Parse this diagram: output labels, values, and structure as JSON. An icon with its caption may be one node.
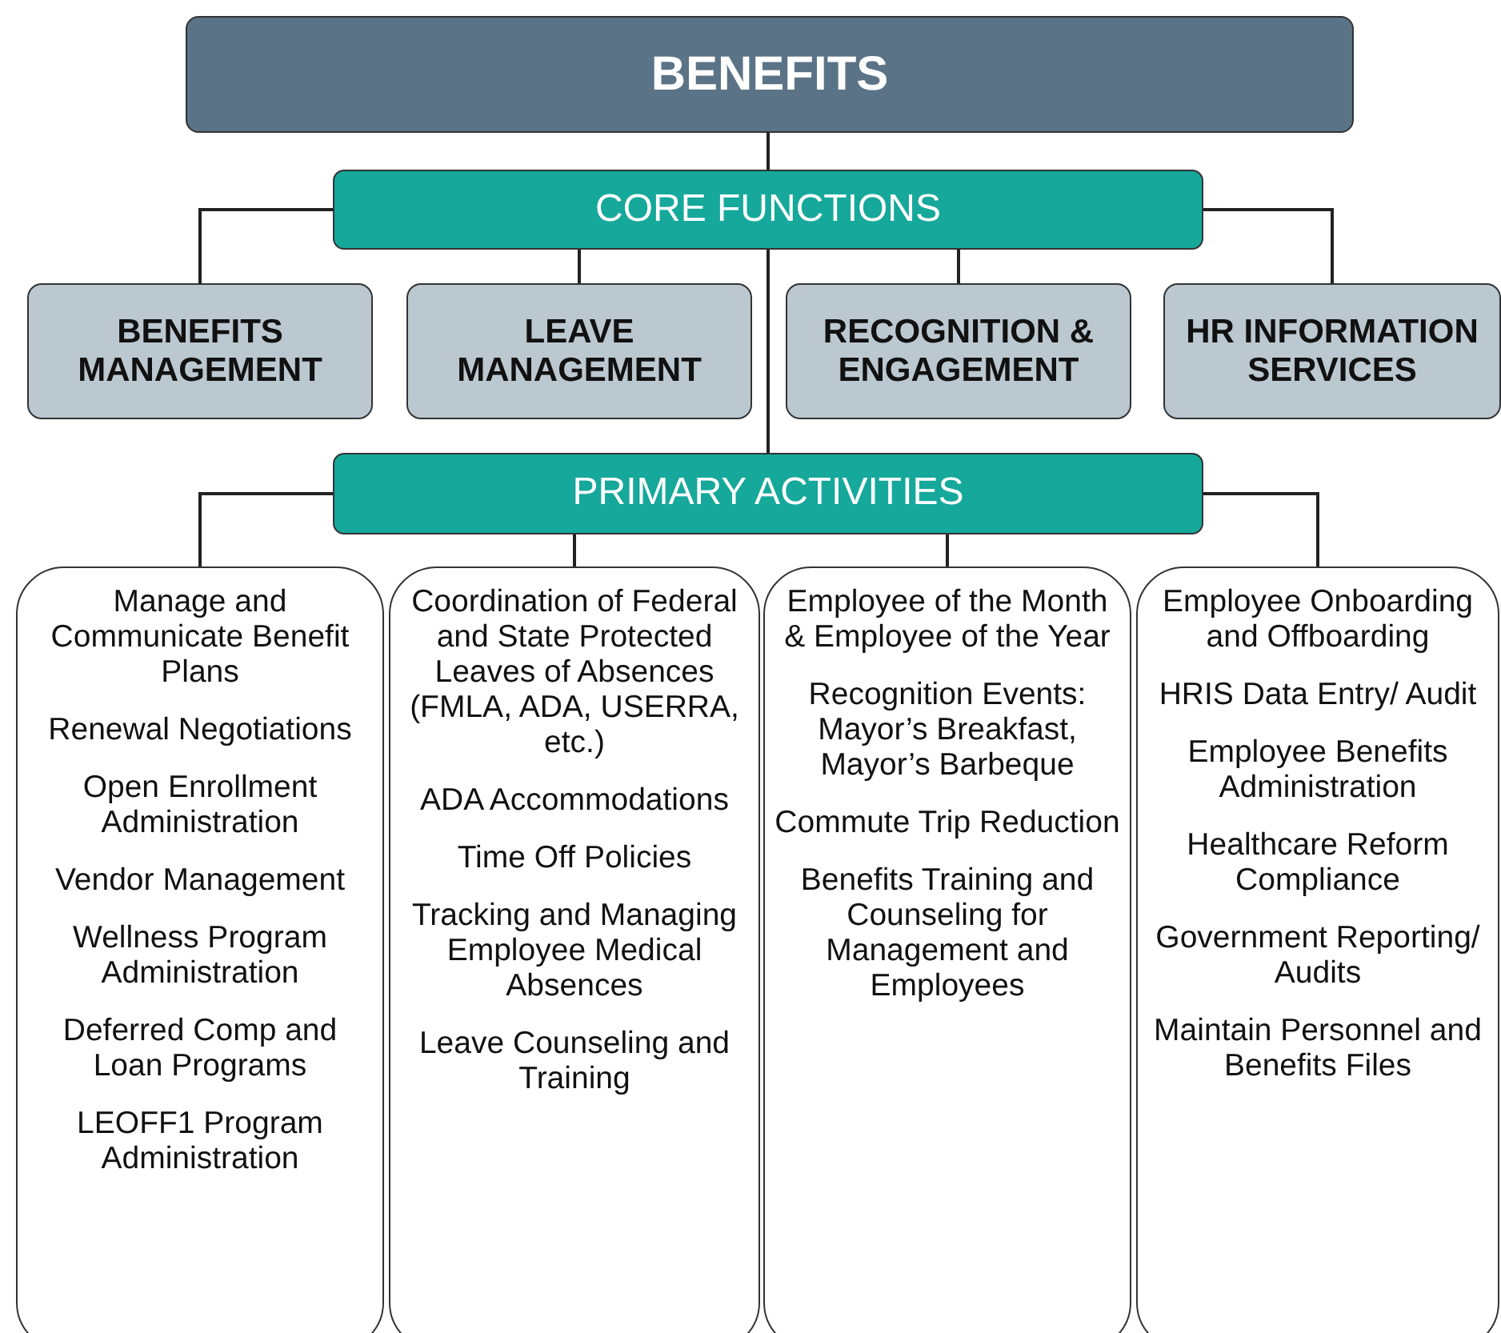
{
  "diagram": {
    "nodes": [
      {
        "text": [
          "BENEFITS"
        ]
      },
      {
        "text": [
          "CORE FUNCTIONS"
        ]
      },
      {
        "text": [
          "BENEFITS MANAGEMENT"
        ]
      },
      {
        "text": [
          "LEAVE MANAGEMENT"
        ]
      },
      {
        "text": [
          "RECOGNITION & ENGAGEMENT"
        ]
      },
      {
        "text": [
          "HR INFORMATION SERVICES"
        ]
      },
      {
        "text": [
          "PRIMARY ACTIVITIES"
        ]
      },
      {
        "text": [
          "Manage and Communicate Benefit Plans",
          "Renewal Negotiations",
          "Open Enrollment Administration",
          "Vendor Management",
          "Wellness Program Administration",
          "Deferred Comp and Loan Programs",
          "LEOFF1 Program Administration"
        ]
      },
      {
        "text": [
          "Coordination of Federal and State Protected Leaves of Absences (FMLA, ADA, USERRA, etc.)",
          "ADA Accommodations",
          "Time Off Policies",
          "Tracking and Managing Employee Medical Absences",
          "Leave Counseling and Training"
        ]
      },
      {
        "text": [
          "Employee of the Month & Employee of the Year",
          "Recognition Events: Mayor’s Breakfast, Mayor’s Barbeque",
          "Commute Trip Reduction",
          "Benefits Training and Counseling for Management and Employees"
        ]
      },
      {
        "text": [
          "Employee Onboarding and Offboarding",
          "HRIS Data Entry/ Audit",
          "Employee Benefits Administration",
          "Healthcare Reform Compliance",
          "Government Reporting/ Audits",
          "Maintain Personnel and Benefits Files"
        ]
      }
    ],
    "edges": [
      {
        "from": 0,
        "to": 1,
        "arrow": "none"
      },
      {
        "from": 1,
        "to": 2,
        "arrow": "none"
      },
      {
        "from": 1,
        "to": 3,
        "arrow": "none"
      },
      {
        "from": 1,
        "to": 4,
        "arrow": "none"
      },
      {
        "from": 1,
        "to": 5,
        "arrow": "none"
      },
      {
        "from": 1,
        "to": 6,
        "arrow": "none"
      },
      {
        "from": 6,
        "to": 7,
        "arrow": "none"
      },
      {
        "from": 6,
        "to": 8,
        "arrow": "none"
      },
      {
        "from": 6,
        "to": 9,
        "arrow": "none"
      },
      {
        "from": 6,
        "to": 10,
        "arrow": "none"
      }
    ]
  }
}
